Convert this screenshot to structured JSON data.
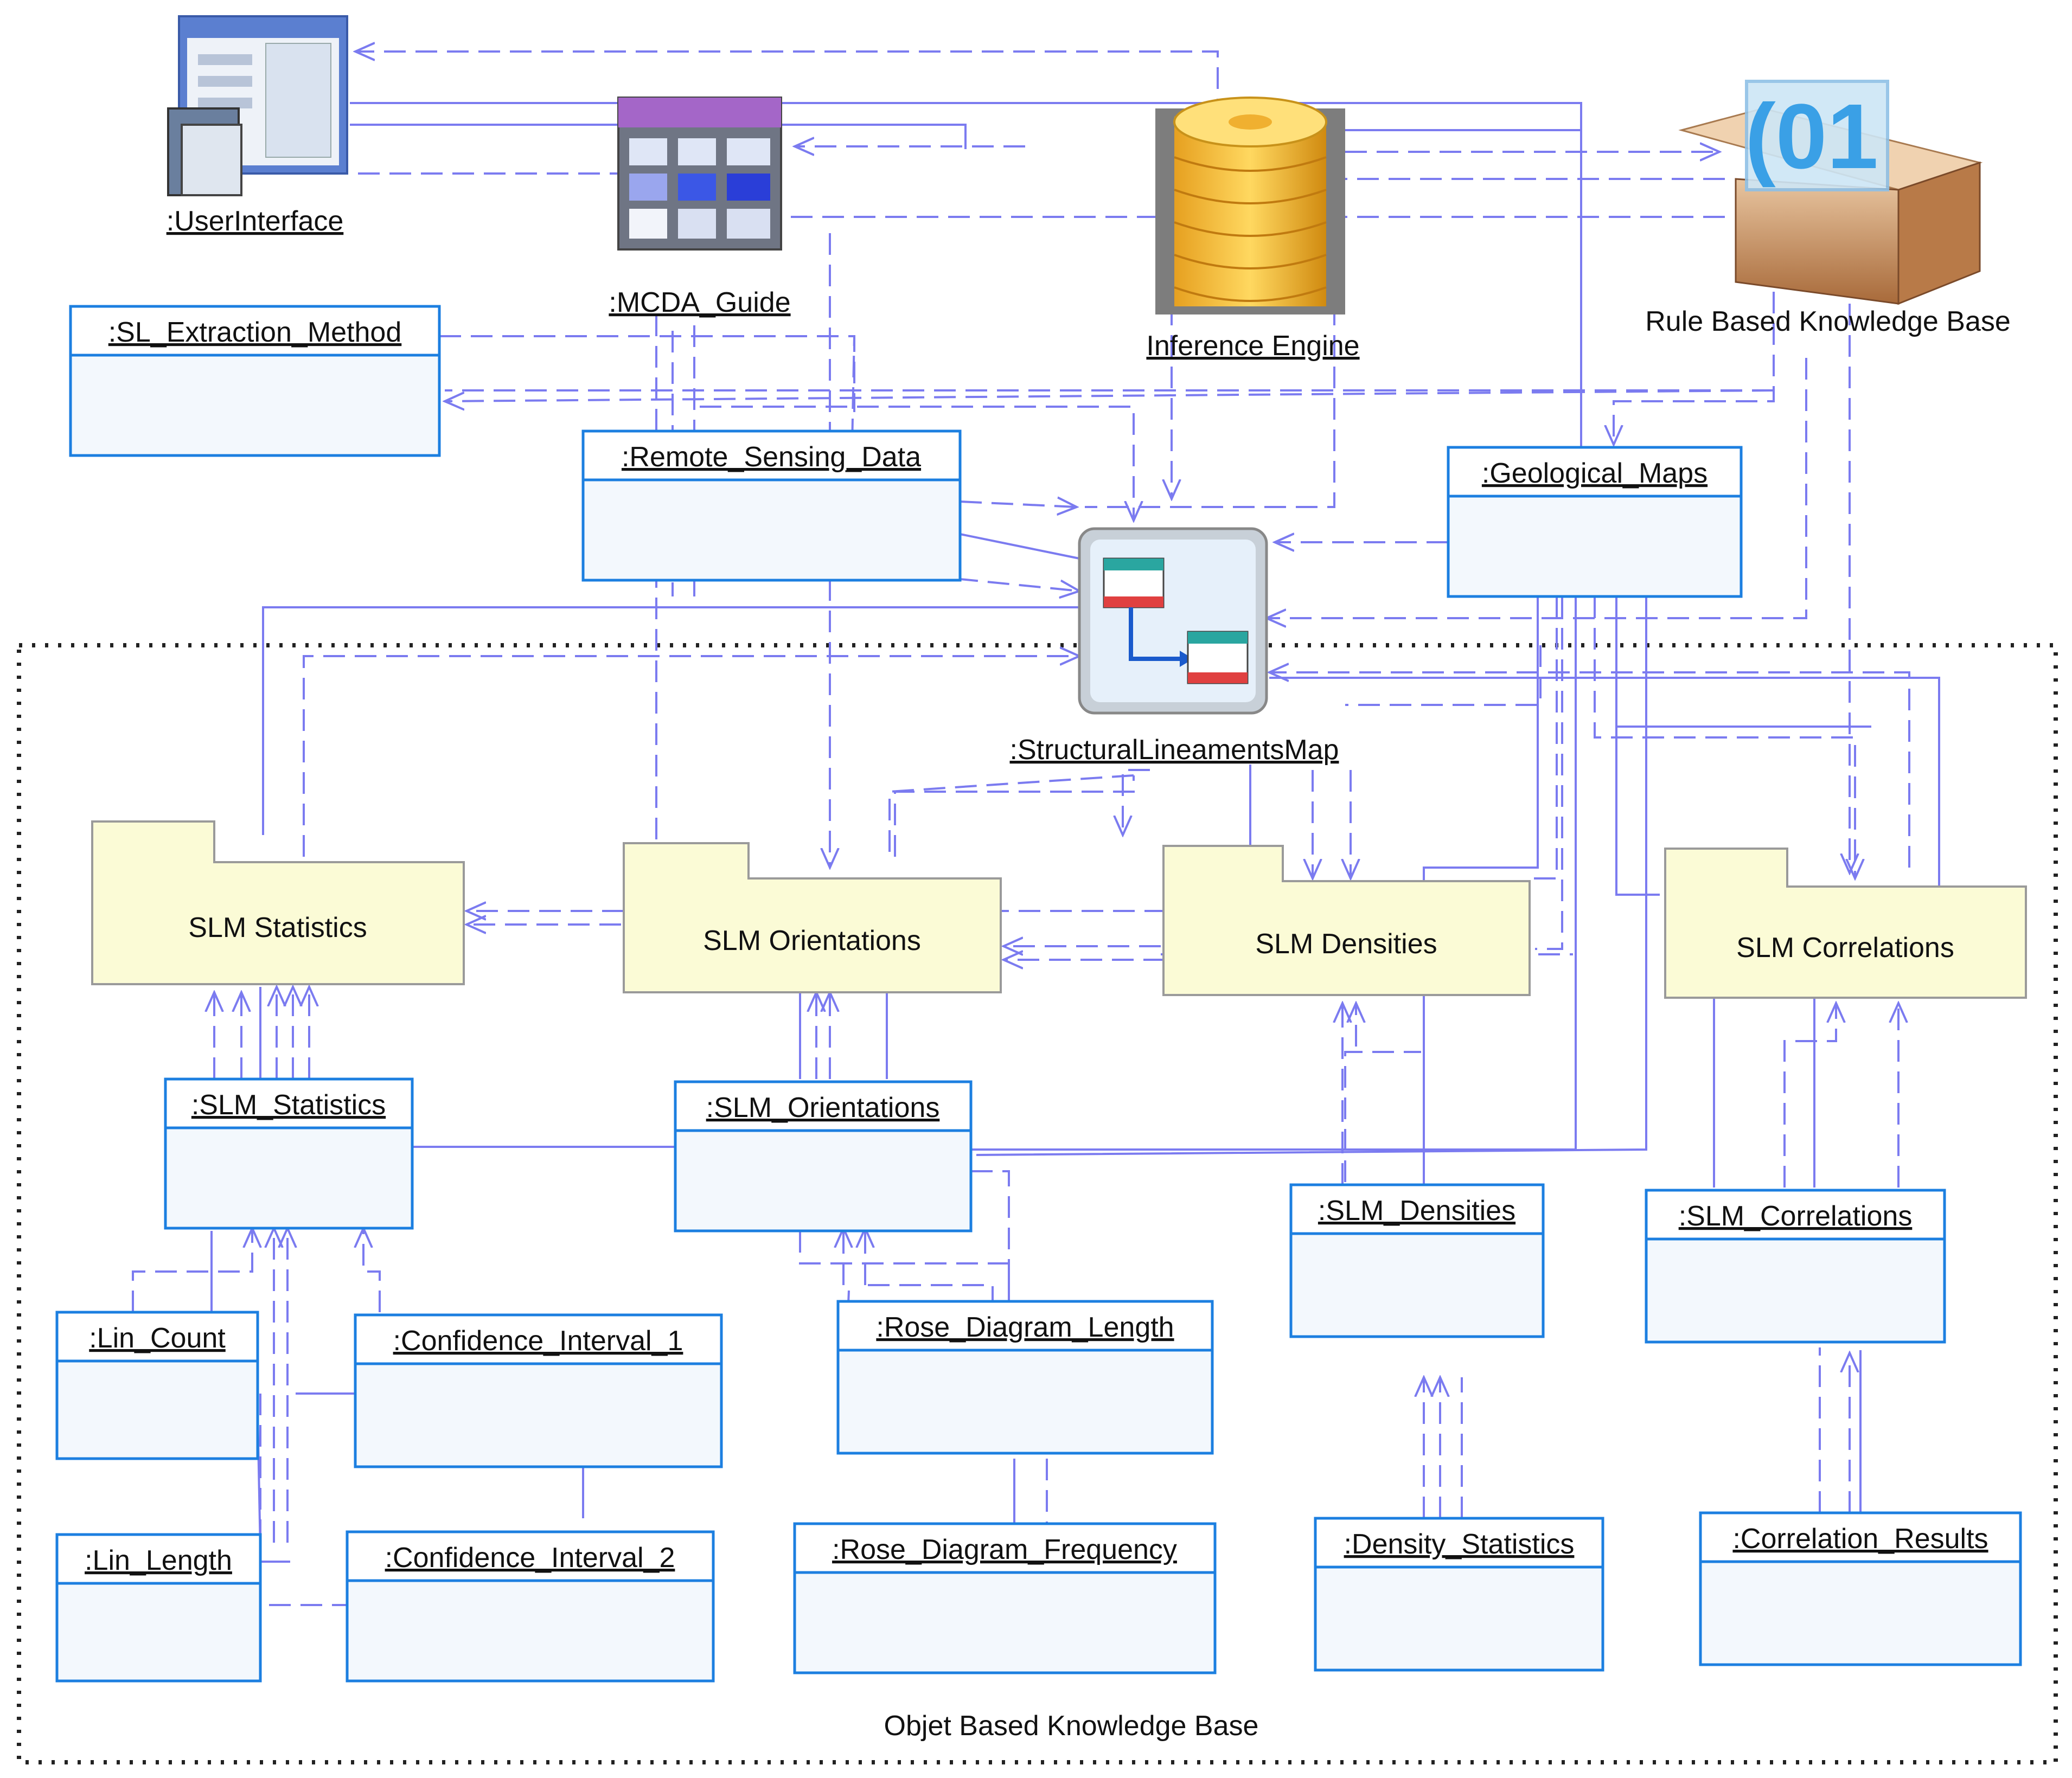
{
  "actors": {
    "user_interface": ":UserInterface",
    "mcda_guide": ":MCDA_Guide",
    "inference_engine": "Inference Engine",
    "rule_kb": "Rule Based Knowledge Base",
    "slm_map": ":StructuralLineamentsMap"
  },
  "objects": [
    ":SL_Extraction_Method",
    ":Remote_Sensing_Data",
    ":Geological_Maps",
    ":SLM_Statistics",
    ":SLM_Orientations",
    ":SLM_Densities",
    ":SLM_Correlations",
    ":Lin_Count",
    ":Confidence_Interval_1",
    ":Lin_Length",
    ":Confidence_Interval_2",
    ":Rose_Diagram_Length",
    ":Rose_Diagram_Frequency",
    ":Density_Statistics",
    ":Correlation_Results"
  ],
  "packages": [
    "SLM Statistics",
    "SLM Orientations",
    "SLM Densities",
    "SLM Correlations"
  ],
  "boundary_label": "Objet Based Knowledge Base",
  "colors": {
    "link": "#7b7bf0",
    "box_border": "#1c7fe0",
    "package_fill": "#fbfbd6"
  }
}
